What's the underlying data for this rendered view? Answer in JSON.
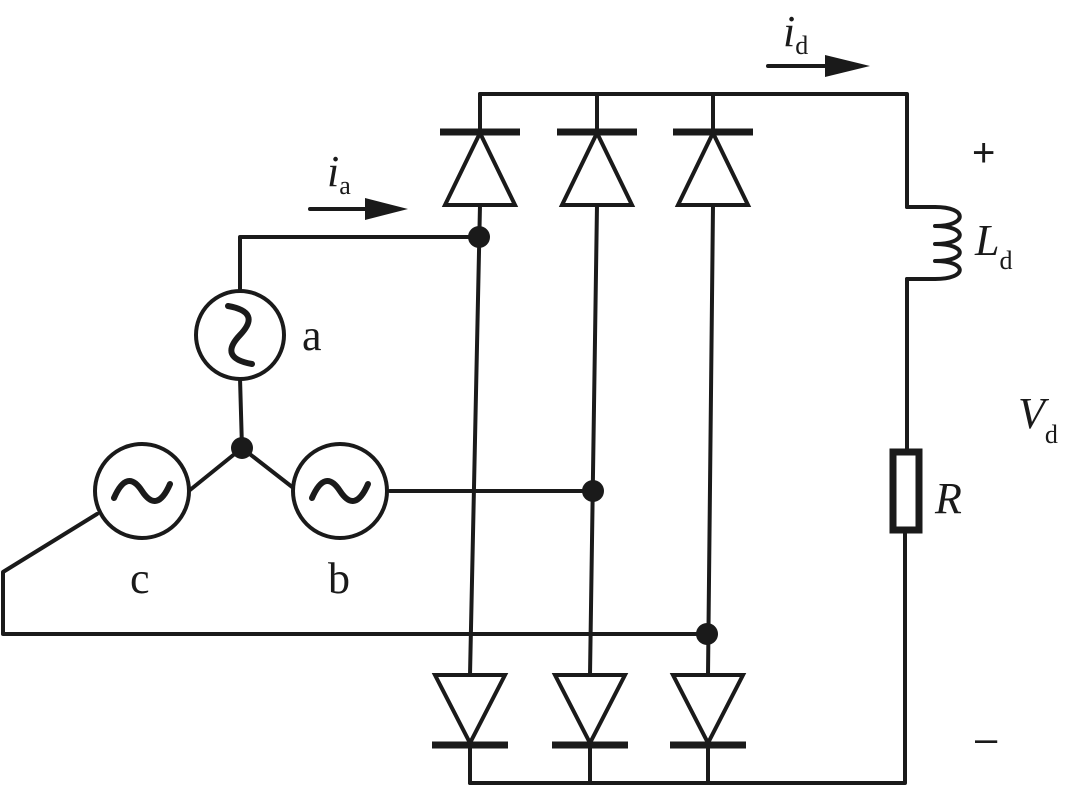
{
  "diagram": {
    "current_ia": {
      "symbol": "i",
      "subscript": "a"
    },
    "current_id": {
      "symbol": "i",
      "subscript": "d"
    },
    "sources": {
      "a": "a",
      "b": "b",
      "c": "c"
    },
    "inductor": {
      "symbol": "L",
      "subscript": "d"
    },
    "resistor": {
      "symbol": "R"
    },
    "voltage": {
      "symbol": "V",
      "subscript": "d"
    },
    "polarity": {
      "plus": "+",
      "minus": "–"
    }
  }
}
